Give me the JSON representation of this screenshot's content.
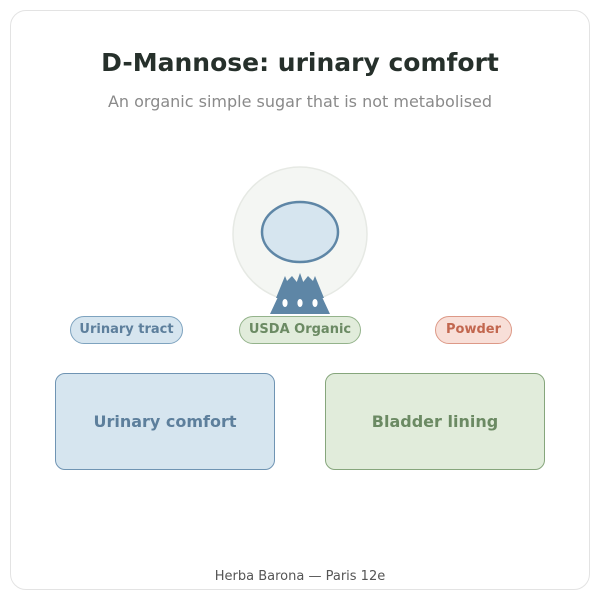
{
  "header": {
    "title": "D-Mannose: urinary comfort",
    "subtitle": "An organic simple sugar that is not metabolised"
  },
  "tags": [
    {
      "label": "Urinary tract"
    },
    {
      "label": "USDA Organic"
    },
    {
      "label": "Powder"
    }
  ],
  "benefits": [
    {
      "label": "Urinary comfort"
    },
    {
      "label": "Bladder lining"
    }
  ],
  "footer": {
    "text": "Herba Barona — Paris 12e"
  },
  "illustration": {
    "icon": "bladder-icon"
  },
  "colors": {
    "blue_fill": "#d6e5ef",
    "blue_stroke": "#6f94b3",
    "green_fill": "#e1ecdb",
    "green_stroke": "#86a67c",
    "peach_fill": "#f8dfd8",
    "peach_stroke": "#dd9987",
    "illustration_dark": "#5e86a6"
  }
}
